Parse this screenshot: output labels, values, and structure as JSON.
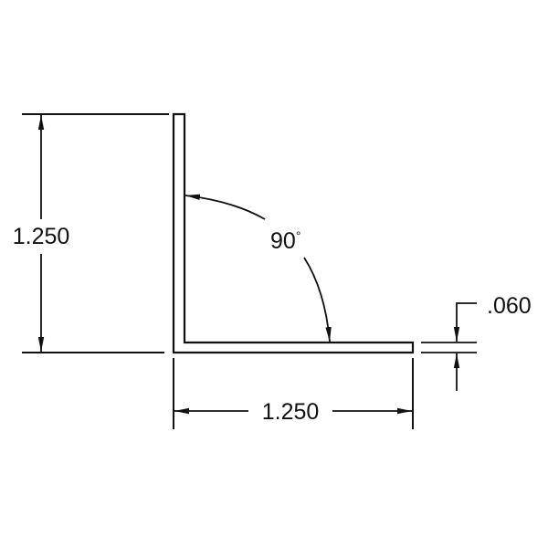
{
  "drawing": {
    "part": "angle-profile",
    "colors": {
      "line": "#111111",
      "background": "#ffffff"
    },
    "dimensions": {
      "height": {
        "label": "1.250",
        "orientation": "vertical"
      },
      "width": {
        "label": "1.250",
        "orientation": "horizontal"
      },
      "thickness": {
        "label": ".060"
      },
      "angle": {
        "label": "90",
        "unit": "°"
      }
    }
  }
}
